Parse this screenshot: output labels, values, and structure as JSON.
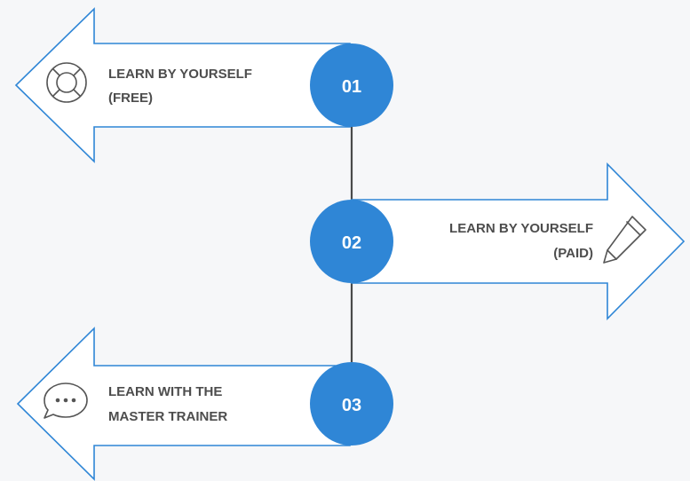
{
  "steps": [
    {
      "number": "01",
      "direction": "left",
      "label_lines": [
        "LEARN BY YOURSELF",
        "(FREE)"
      ],
      "icon": "lifebuoy-icon"
    },
    {
      "number": "02",
      "direction": "right",
      "label_lines": [
        "LEARN BY YOURSELF",
        "(PAID)"
      ],
      "icon": "pencil-icon"
    },
    {
      "number": "03",
      "direction": "left",
      "label_lines": [
        "LEARN WITH THE",
        "MASTER TRAINER"
      ],
      "icon": "chat-bubble-icon"
    }
  ],
  "colors": {
    "accent": "#2f86d6",
    "connector": "#4a4a4a",
    "text": "#4d4d4d",
    "background": "#f6f7f9"
  }
}
